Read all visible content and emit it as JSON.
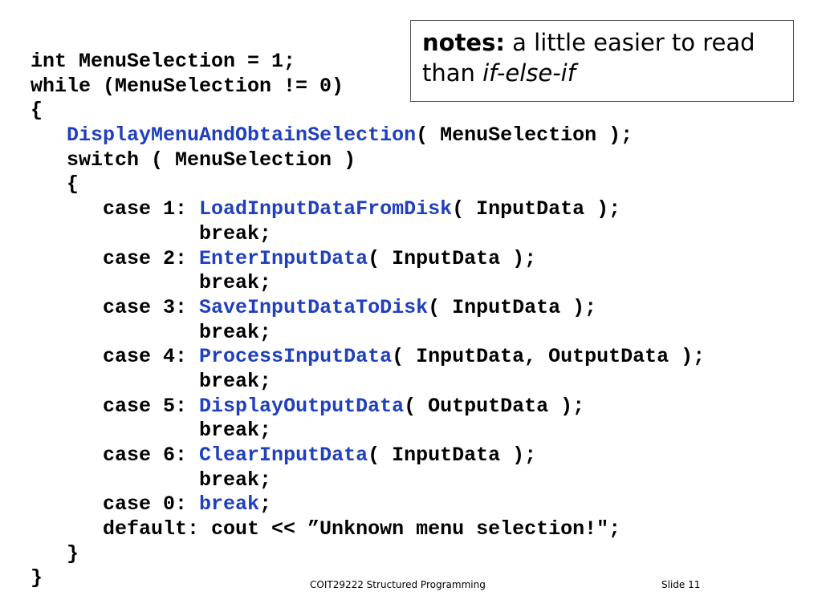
{
  "notes": {
    "label": "notes:",
    "text_part1": " a little easier to read than ",
    "italic": "if-else-if"
  },
  "code_lines": [
    [
      {
        "t": "int MenuSelection = 1;",
        "c": "plain"
      }
    ],
    [
      {
        "t": "while (MenuSelection != 0)",
        "c": "plain"
      }
    ],
    [
      {
        "t": "{",
        "c": "plain"
      }
    ],
    [
      {
        "t": "   ",
        "c": "plain"
      },
      {
        "t": "DisplayMenuAndObtainSelection",
        "c": "fn"
      },
      {
        "t": "( MenuSelection );",
        "c": "plain"
      }
    ],
    [
      {
        "t": "   switch ( MenuSelection )",
        "c": "plain"
      }
    ],
    [
      {
        "t": "   {",
        "c": "plain"
      }
    ],
    [
      {
        "t": "      case 1: ",
        "c": "plain"
      },
      {
        "t": "LoadInputDataFromDisk",
        "c": "fn"
      },
      {
        "t": "( InputData );",
        "c": "plain"
      }
    ],
    [
      {
        "t": "              break;",
        "c": "plain"
      }
    ],
    [
      {
        "t": "      case 2: ",
        "c": "plain"
      },
      {
        "t": "EnterInputData",
        "c": "fn"
      },
      {
        "t": "( InputData );",
        "c": "plain"
      }
    ],
    [
      {
        "t": "              break;",
        "c": "plain"
      }
    ],
    [
      {
        "t": "      case 3: ",
        "c": "plain"
      },
      {
        "t": "SaveInputDataToDisk",
        "c": "fn"
      },
      {
        "t": "( InputData );",
        "c": "plain"
      }
    ],
    [
      {
        "t": "              break;",
        "c": "plain"
      }
    ],
    [
      {
        "t": "      case 4: ",
        "c": "plain"
      },
      {
        "t": "ProcessInputData",
        "c": "fn"
      },
      {
        "t": "( InputData, OutputData );",
        "c": "plain"
      }
    ],
    [
      {
        "t": "              break;",
        "c": "plain"
      }
    ],
    [
      {
        "t": "      case 5: ",
        "c": "plain"
      },
      {
        "t": "DisplayOutputData",
        "c": "fn"
      },
      {
        "t": "( OutputData );",
        "c": "plain"
      }
    ],
    [
      {
        "t": "              break;",
        "c": "plain"
      }
    ],
    [
      {
        "t": "      case 6: ",
        "c": "plain"
      },
      {
        "t": "ClearInputData",
        "c": "fn"
      },
      {
        "t": "( InputData );",
        "c": "plain"
      }
    ],
    [
      {
        "t": "              break;",
        "c": "plain"
      }
    ],
    [
      {
        "t": "      case 0: ",
        "c": "plain"
      },
      {
        "t": "break",
        "c": "kw-blue"
      },
      {
        "t": ";",
        "c": "plain"
      }
    ],
    [
      {
        "t": "      default: cout << ”Unknown menu selection!\";",
        "c": "plain"
      }
    ],
    [
      {
        "t": "   }",
        "c": "plain"
      }
    ],
    [
      {
        "t": "}",
        "c": "plain"
      }
    ]
  ],
  "footer": {
    "course": "COIT29222 Structured Programming",
    "slide": "Slide 11"
  },
  "colors": {
    "function_name": "#1f3fbf",
    "text": "#000000",
    "background": "#ffffff"
  }
}
